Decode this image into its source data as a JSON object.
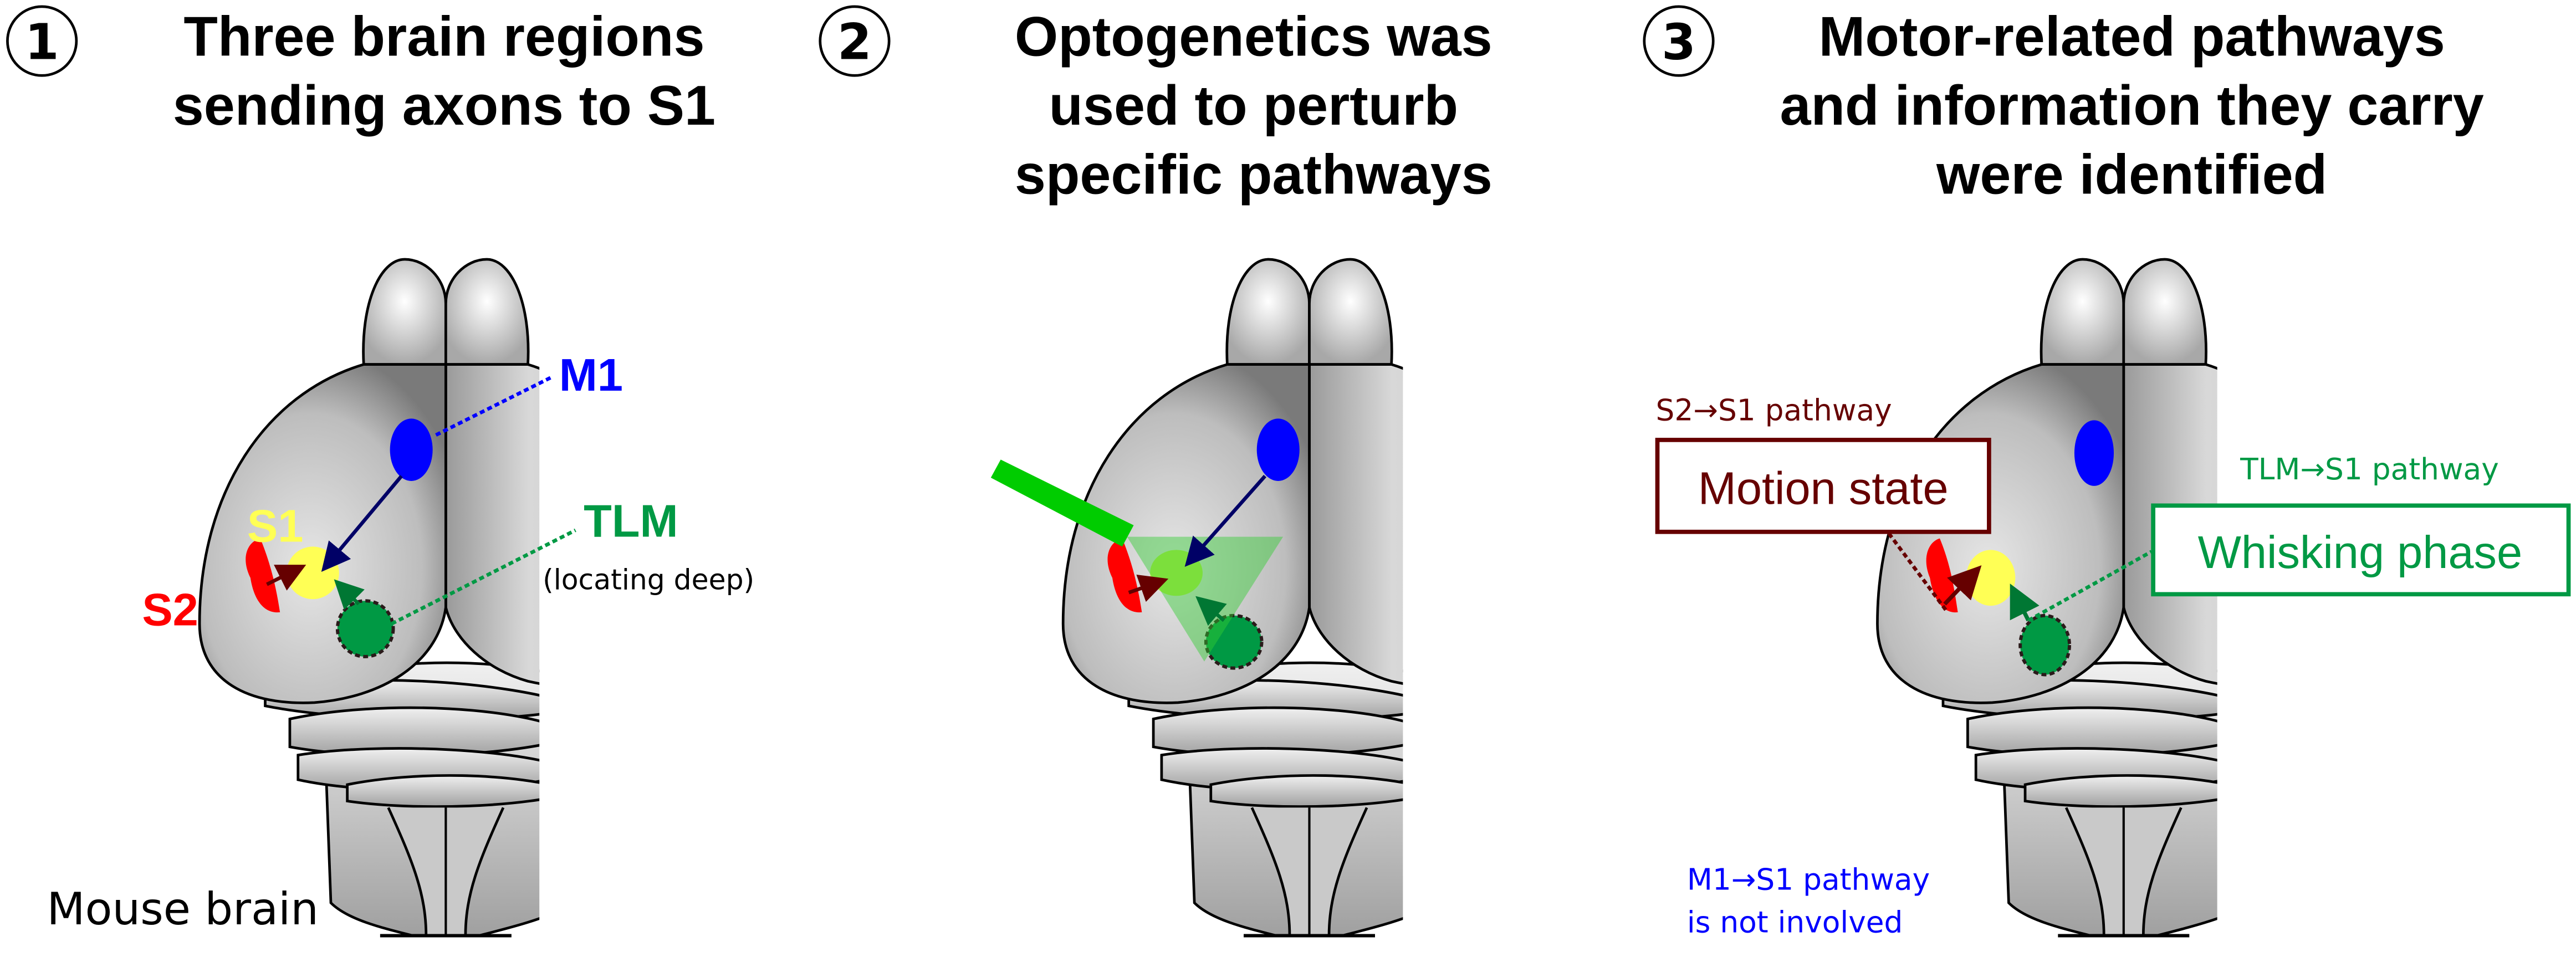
{
  "panels": [
    {
      "number": "1",
      "title_lines": [
        "Three brain regions",
        "sending axons to S1"
      ],
      "regions": {
        "m1": {
          "label": "M1",
          "color": "#0000ff"
        },
        "s1": {
          "label": "S1",
          "color": "#ffff55"
        },
        "s2": {
          "label": "S2",
          "color": "#ff0000"
        },
        "tlm": {
          "label": "TLM",
          "note": "(locating deep)",
          "color": "#009944"
        }
      },
      "caption": "Mouse brain"
    },
    {
      "number": "2",
      "title_lines": [
        "Optogenetics was",
        "used to perturb",
        "specific pathways"
      ],
      "light_color": "#00cc00"
    },
    {
      "number": "3",
      "title_lines": [
        "Motor-related pathways",
        "and information they carry",
        "were identified"
      ],
      "s2_pathway": {
        "label": "S2→S1 pathway",
        "info": "Motion state",
        "color": "#660000"
      },
      "tlm_pathway": {
        "label": "TLM→S1 pathway",
        "info": "Whisking phase",
        "color": "#009944"
      },
      "m1_pathway": {
        "lines": [
          "M1→S1 pathway",
          "is not involved"
        ],
        "color": "#0000ff"
      }
    }
  ]
}
